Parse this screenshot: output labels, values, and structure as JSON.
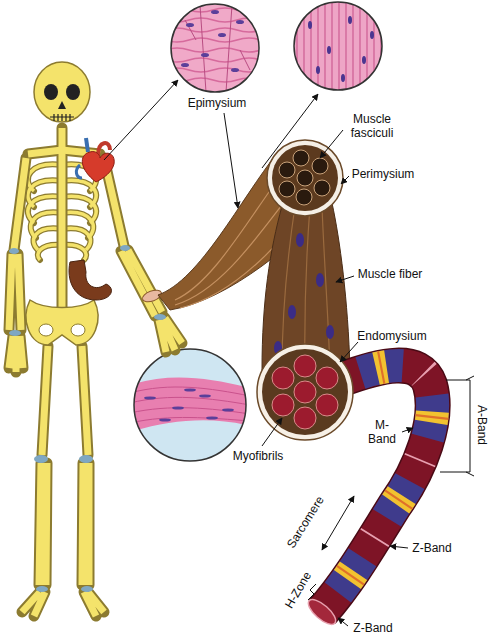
{
  "diagram": {
    "labels": [
      "Epimysium",
      "Muscle fasciculi",
      "Perimysium",
      "Muscle fiber",
      "Endomysium",
      "Myofibrils",
      "M-Band",
      "A-Band",
      "Sarcomere",
      "Z-Band",
      "H-Zone",
      "Z-Band"
    ]
  }
}
